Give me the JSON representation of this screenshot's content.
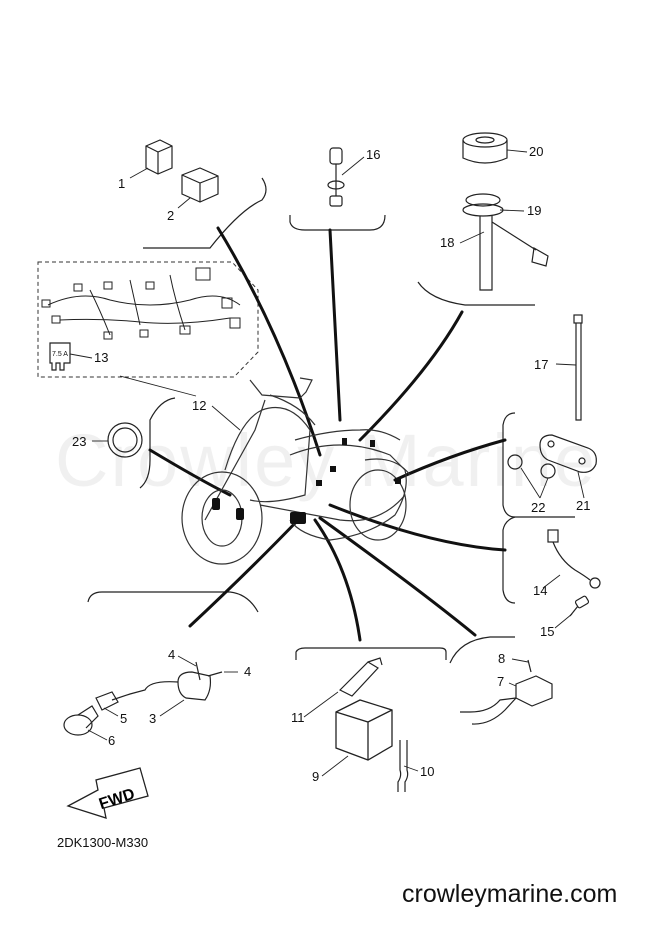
{
  "watermark": "Crowley Marine",
  "diagram_code": "2DK1300-M330",
  "site_url": "crowleymarine.com",
  "fwd_label": "FWD",
  "fuse_label": "7.5 A",
  "callouts": {
    "c1": "1",
    "c2": "2",
    "c3": "3",
    "c4a": "4",
    "c4b": "4",
    "c5": "5",
    "c6": "6",
    "c7": "7",
    "c8": "8",
    "c9": "9",
    "c10": "10",
    "c11": "11",
    "c12": "12",
    "c13": "13",
    "c14": "14",
    "c15": "15",
    "c16": "16",
    "c17": "17",
    "c18": "18",
    "c19": "19",
    "c20": "20",
    "c21": "21",
    "c22": "22",
    "c23": "23"
  }
}
